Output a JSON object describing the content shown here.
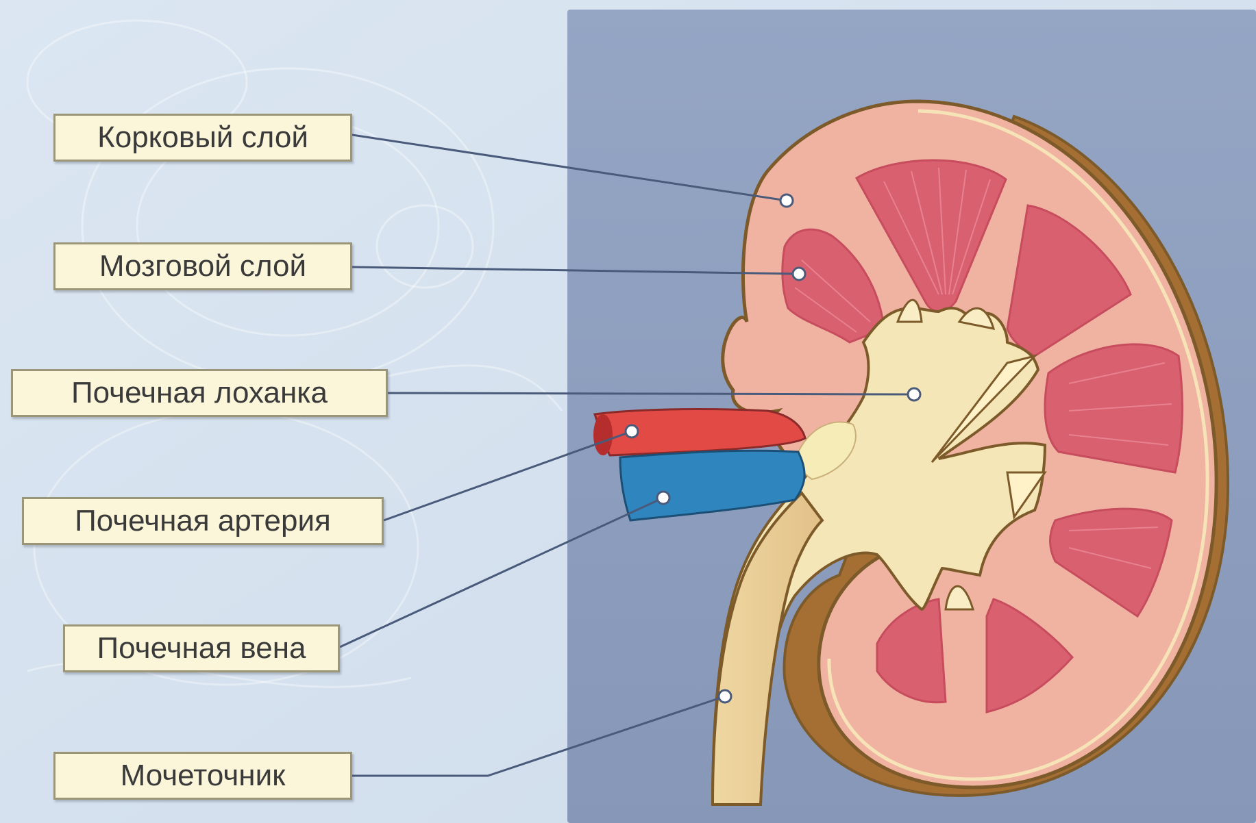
{
  "labels": {
    "cortex": "Корковый слой",
    "medulla": "Мозговой слой",
    "pelvis": "Почечная лоханка",
    "artery": "Почечная артерия",
    "vein": "Почечная вена",
    "ureter": "Мочеточник"
  },
  "colors": {
    "panel": "#8e9fbf",
    "cortex": "#f0b3a1",
    "medulla": "#d9606f",
    "pelvis": "#f4e6b6",
    "capsule_outline": "#7d5a2a",
    "back_shadow": "#a56f34",
    "artery": "#e24a45",
    "vein": "#2f86be",
    "leader_line": "#4a5a7a"
  }
}
